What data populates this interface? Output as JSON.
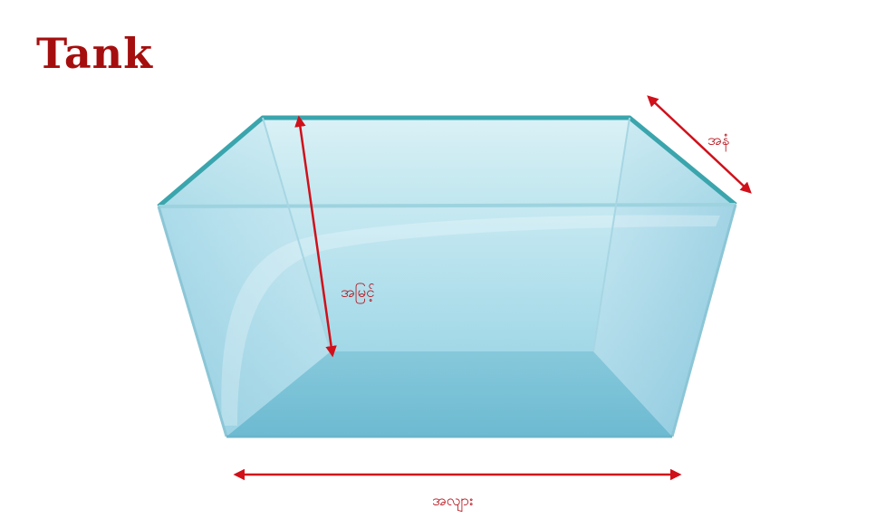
{
  "title": "Tank",
  "labels": {
    "height": "အမြင့်",
    "width": "အနံ",
    "length": "အလျား"
  },
  "colors": {
    "title": "#a50e0e",
    "arrow": "#d0101a",
    "glass_edge": "#3aa5ad",
    "glass_fill": "#9fd3e6"
  }
}
